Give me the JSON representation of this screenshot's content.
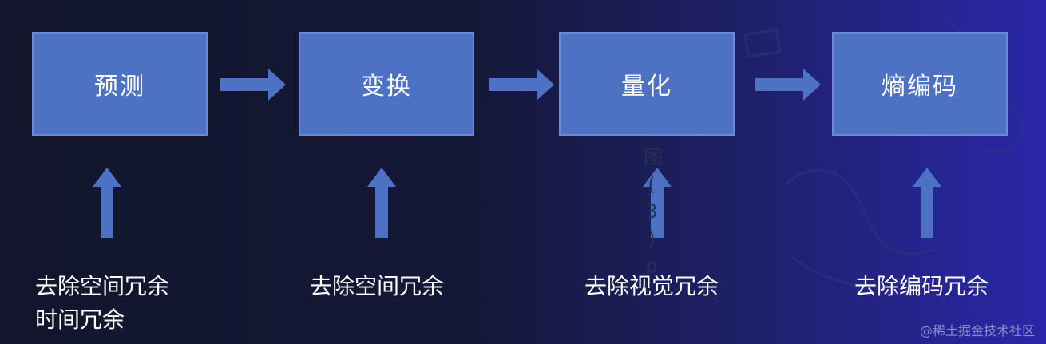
{
  "stages": [
    {
      "id": "predict",
      "label": "预测"
    },
    {
      "id": "transform",
      "label": "变换"
    },
    {
      "id": "quantize",
      "label": "量化"
    },
    {
      "id": "entropy",
      "label": "熵编码"
    }
  ],
  "captions": [
    {
      "lines": [
        "去除空间冗余",
        "时间冗余"
      ]
    },
    {
      "lines": [
        "去除空间冗余"
      ]
    },
    {
      "lines": [
        "去除视觉冗余"
      ]
    },
    {
      "lines": [
        "去除编码冗余"
      ]
    }
  ],
  "stray_glyphs": [
    "图",
    "(",
    "3",
    ")",
    "p"
  ],
  "watermark": "@稀土掘金技术社区",
  "colors": {
    "box_fill": "#4d72c4",
    "arrow_fill": "#4d72c4",
    "text": "#ffffff"
  }
}
